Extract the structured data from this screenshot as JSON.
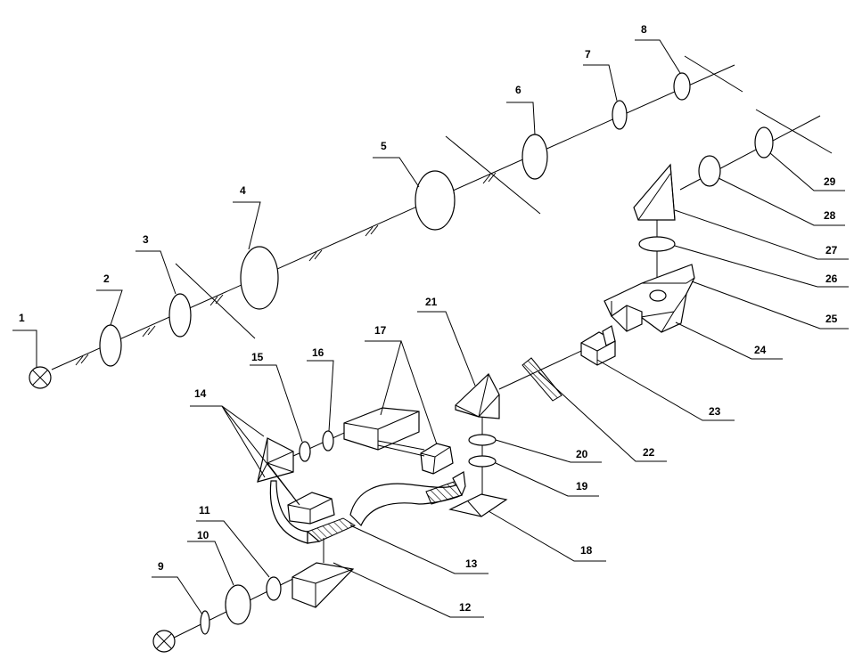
{
  "diagram": {
    "labels": {
      "1": "1",
      "2": "2",
      "3": "3",
      "4": "4",
      "5": "5",
      "6": "6",
      "7": "7",
      "8": "8",
      "9": "9",
      "10": "10",
      "11": "11",
      "12": "12",
      "13": "13",
      "14": "14",
      "15": "15",
      "16": "16",
      "17": "17",
      "18": "18",
      "19": "19",
      "20": "20",
      "21": "21",
      "22": "22",
      "23": "23",
      "24": "24",
      "25": "25",
      "26": "26",
      "27": "27",
      "28": "28",
      "29": "29"
    }
  }
}
